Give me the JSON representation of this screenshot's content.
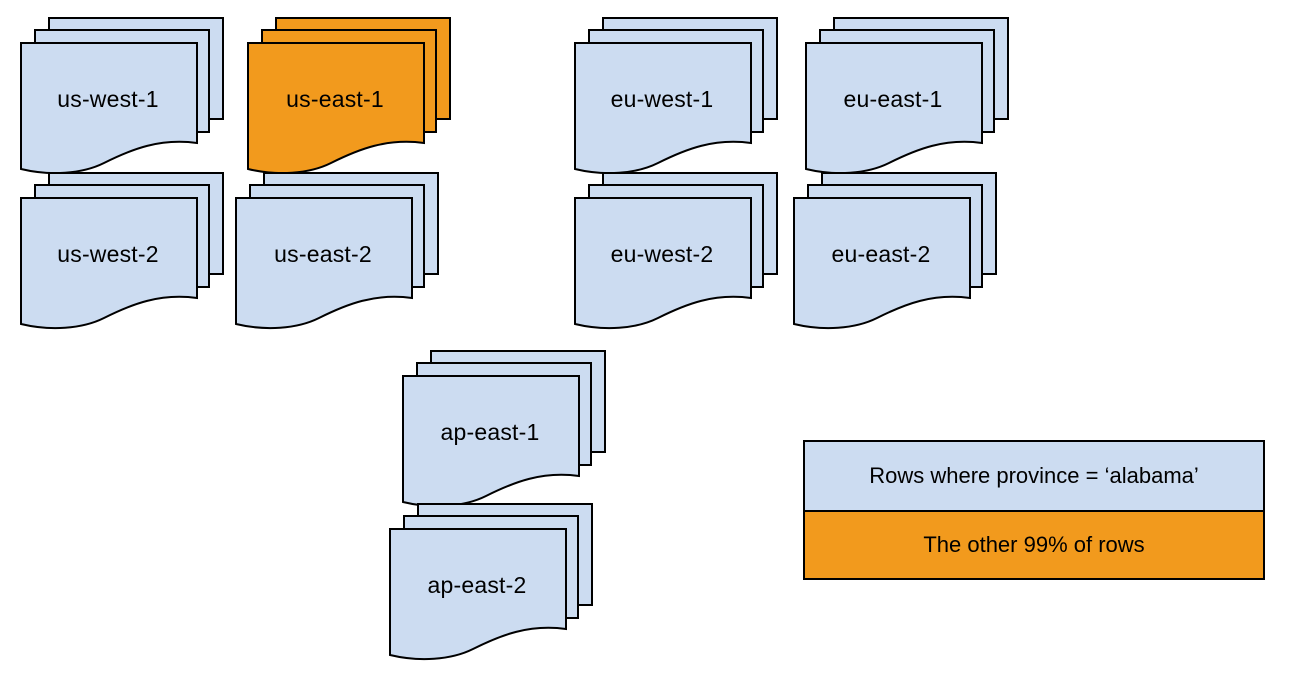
{
  "colors": {
    "region_blue": "#CCDCF1",
    "highlight_orange": "#F29A1D",
    "border": "#000000"
  },
  "stacks": [
    {
      "label": "us-west-1",
      "variant": "blue"
    },
    {
      "label": "us-east-1",
      "variant": "orange"
    },
    {
      "label": "eu-west-1",
      "variant": "blue"
    },
    {
      "label": "eu-east-1",
      "variant": "blue"
    },
    {
      "label": "us-west-2",
      "variant": "blue"
    },
    {
      "label": "us-east-2",
      "variant": "blue"
    },
    {
      "label": "eu-west-2",
      "variant": "blue"
    },
    {
      "label": "eu-east-2",
      "variant": "blue"
    },
    {
      "label": "ap-east-1",
      "variant": "blue"
    },
    {
      "label": "ap-east-2",
      "variant": "blue"
    }
  ],
  "legend": {
    "rows": [
      {
        "label": "Rows where province = ‘alabama’",
        "variant": "blue"
      },
      {
        "label": "The other 99% of rows",
        "variant": "orange"
      }
    ]
  }
}
